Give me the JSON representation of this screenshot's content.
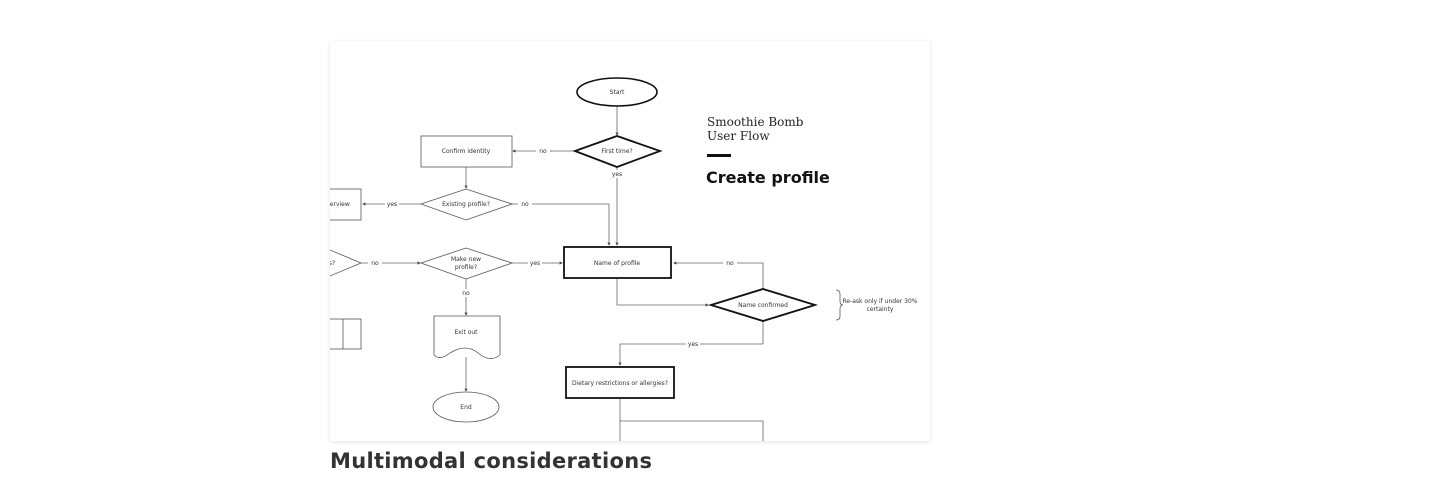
{
  "diagram": {
    "title_line1": "Smoothie Bomb",
    "title_line2": "User Flow",
    "subtitle": "Create profile",
    "nodes": {
      "start": "Start",
      "first_time": "First time?",
      "confirm_identity": "Confirm identity",
      "existing_profile": "Existing profile?",
      "overview": "verview",
      "offscreen_decision": "s?",
      "make_new_profile_1": "Make new",
      "make_new_profile_2": "profile?",
      "name_of_profile": "Name of profile",
      "name_confirmed": "Name confirmed",
      "exit_out": "Exit out",
      "end": "End",
      "dietary": "Dietary restrictions or allergies?"
    },
    "edges": {
      "no": "no",
      "yes": "yes"
    },
    "annotation_line1": "Re-ask only if under 30%",
    "annotation_line2": "certainty"
  },
  "section": {
    "heading": "Multimodal considerations"
  }
}
